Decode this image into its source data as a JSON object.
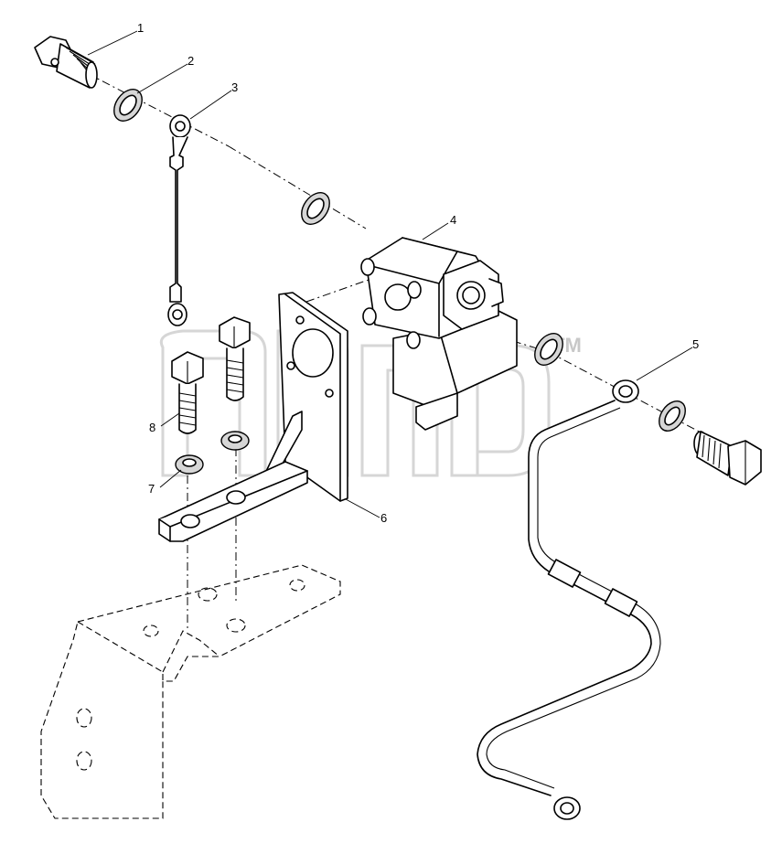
{
  "callouts": [
    {
      "id": "c1",
      "label": "1"
    },
    {
      "id": "c2",
      "label": "2"
    },
    {
      "id": "c3",
      "label": "3"
    },
    {
      "id": "c4",
      "label": "4"
    },
    {
      "id": "c5",
      "label": "5"
    },
    {
      "id": "c6",
      "label": "6"
    },
    {
      "id": "c7",
      "label": "7"
    },
    {
      "id": "c8",
      "label": "8"
    }
  ],
  "watermark": {
    "trademark": "TM"
  }
}
